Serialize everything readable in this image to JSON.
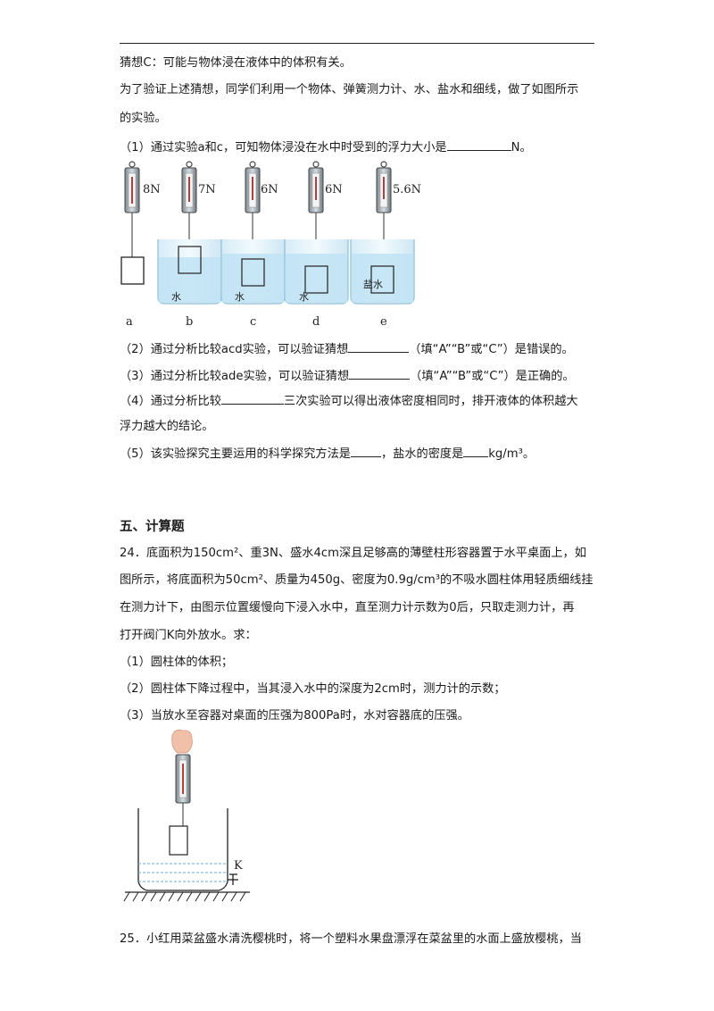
{
  "text": {
    "hyp_c": "猜想C：可能与物体浸在液体中的体积有关。",
    "intro_1": "为了验证上述猜想，同学们利用一个物体、弹簧测力计、水、盐水和细线，做了如图所示",
    "intro_2": "的实验。",
    "q1_a": "（1）通过实验a和c，可知物体浸没在水中时受到的浮力大小是",
    "q1_b": "N。",
    "q2_a": "（2）通过分析比较acd实验，可以验证猜想",
    "q2_b": "（填“A”“B”或“C”）是错误的。",
    "q3_a": "（3）通过分析比较ade实验，可以验证猜想",
    "q3_b": "（填“A”“B”或“C”）是正确的。",
    "q4_a": "（4）通过分析比较",
    "q4_b": "三次实验可以得出液体密度相同时，排开液体的体积越大",
    "q4_c": "浮力越大的结论。",
    "q5_a": "（5）该实验探究主要运用的科学探究方法是",
    "q5_b": "，盐水的密度是",
    "q5_c": "kg/m³。",
    "section": "五、计算题",
    "p24_1": "24．底面积为150cm²、重3N、盛水4cm深且足够高的薄壁柱形容器置于水平桌面上，如",
    "p24_2": "图所示，将底面积为50cm²、质量为450g、密度为0.9g/cm³的不吸水圆柱体用轻质细线挂",
    "p24_3": "在测力计下，由图示位置缓慢向下浸入水中，直至测力计示数为0后，只取走测力计，再",
    "p24_4": "打开阀门K向外放水。求：",
    "p24_q1": "（1）圆柱体的体积；",
    "p24_q2": "（2）圆柱体下降过程中，当其浸入水中的深度为2cm时，测力计的示数；",
    "p24_q3": "（3）当放水至容器对桌面的压强为800Pa时，水对容器底的压强。",
    "p25_1": "25．小红用菜盆盛水清洗樱桃时，将一个塑料水果盘漂浮在菜盆里的水面上盛放樱桃，当"
  },
  "figure1": {
    "readings": [
      "8N",
      "7N",
      "6N",
      "6N",
      "5.6N"
    ],
    "labels": [
      "a",
      "b",
      "c",
      "d",
      "e"
    ],
    "liquids": [
      "",
      "水",
      "水",
      "水",
      "盐水"
    ],
    "water_color": "#bfe3f5"
  },
  "figure2": {
    "valve_label": "K"
  }
}
